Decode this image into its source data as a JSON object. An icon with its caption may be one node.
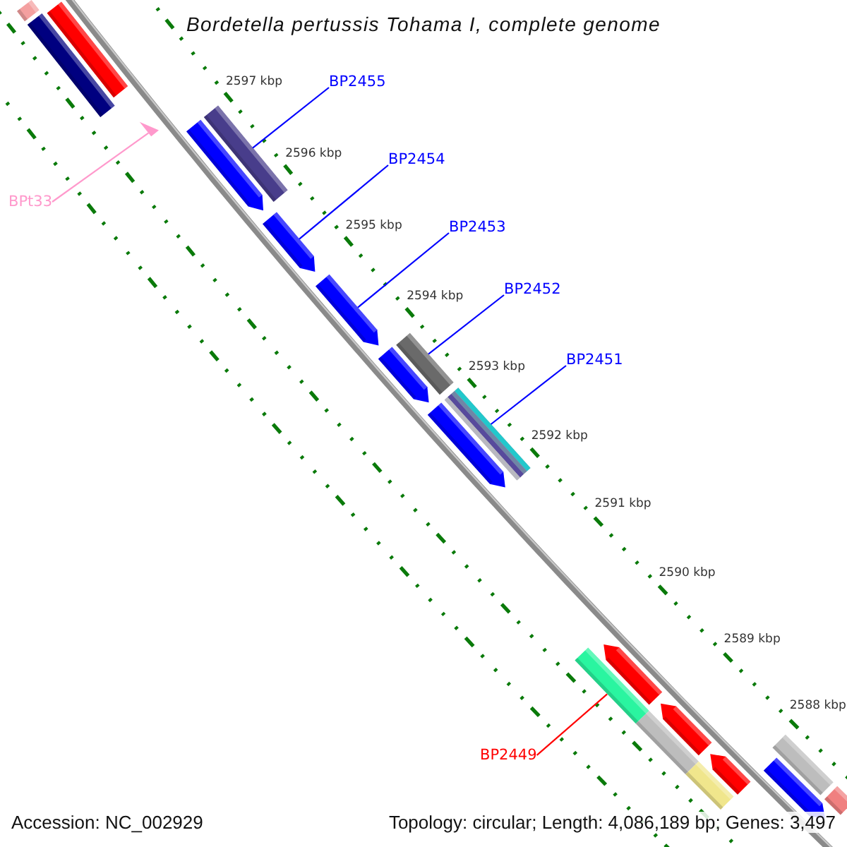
{
  "diagram": {
    "title": "Bordetella pertussis Tohama I, complete genome",
    "nodes": [
      {
        "text": [
          "BP2455"
        ]
      },
      {
        "text": [],
        "shape": "bar"
      },
      {
        "text": [
          "BP2454"
        ]
      },
      {
        "text": [],
        "shape": "arrow"
      },
      {
        "text": [
          "BP2453"
        ]
      },
      {
        "text": [],
        "shape": "arrow"
      },
      {
        "text": [
          "BP2452"
        ]
      },
      {
        "text": [],
        "shape": "bar"
      },
      {
        "text": [
          "BP2451"
        ]
      },
      {
        "text": [],
        "shape": "bar"
      },
      {
        "text": [
          "BPt33"
        ]
      },
      {
        "text": [],
        "shape": "triangle"
      },
      {
        "text": [
          "BP2449"
        ]
      },
      {
        "text": [],
        "shape": "bar"
      },
      {
        "text": [],
        "shape": "bar"
      },
      {
        "text": [],
        "shape": "bar"
      },
      {
        "text": [],
        "shape": "bar"
      },
      {
        "text": [],
        "shape": "arrow"
      },
      {
        "text": [],
        "shape": "arrow"
      },
      {
        "text": [],
        "shape": "arrow"
      },
      {
        "text": [],
        "shape": "arrow"
      },
      {
        "text": [],
        "shape": "bar"
      },
      {
        "text": [],
        "shape": "arrow"
      },
      {
        "text": [],
        "shape": "bar"
      },
      {
        "text": [],
        "shape": "arrow"
      },
      {
        "text": [],
        "shape": "bar"
      },
      {
        "text": [],
        "shape": "arrow"
      },
      {
        "text": [],
        "shape": "bar"
      }
    ],
    "edges": [
      {
        "from": 0,
        "to": 1,
        "arrow": "none"
      },
      {
        "from": 2,
        "to": 3,
        "arrow": "none"
      },
      {
        "from": 4,
        "to": 5,
        "arrow": "none"
      },
      {
        "from": 6,
        "to": 7,
        "arrow": "none"
      },
      {
        "from": 8,
        "to": 9,
        "arrow": "none"
      },
      {
        "from": 10,
        "to": 11,
        "arrow": "none",
        "color": "#ff99cc"
      },
      {
        "from": 12,
        "to": 13,
        "arrow": "none",
        "color": "#ff0000"
      }
    ],
    "labels": [
      "2597 kbp",
      "2596 kbp",
      "2595 kbp",
      "2594 kbp",
      "2593 kbp",
      "2592 kbp",
      "2591 kbp",
      "2590 kbp",
      "2589 kbp",
      "2588 kbp",
      "Accession: NC_002929",
      "Topology: circular; Length: 4,086,189 bp; Genes: 3,497"
    ]
  }
}
